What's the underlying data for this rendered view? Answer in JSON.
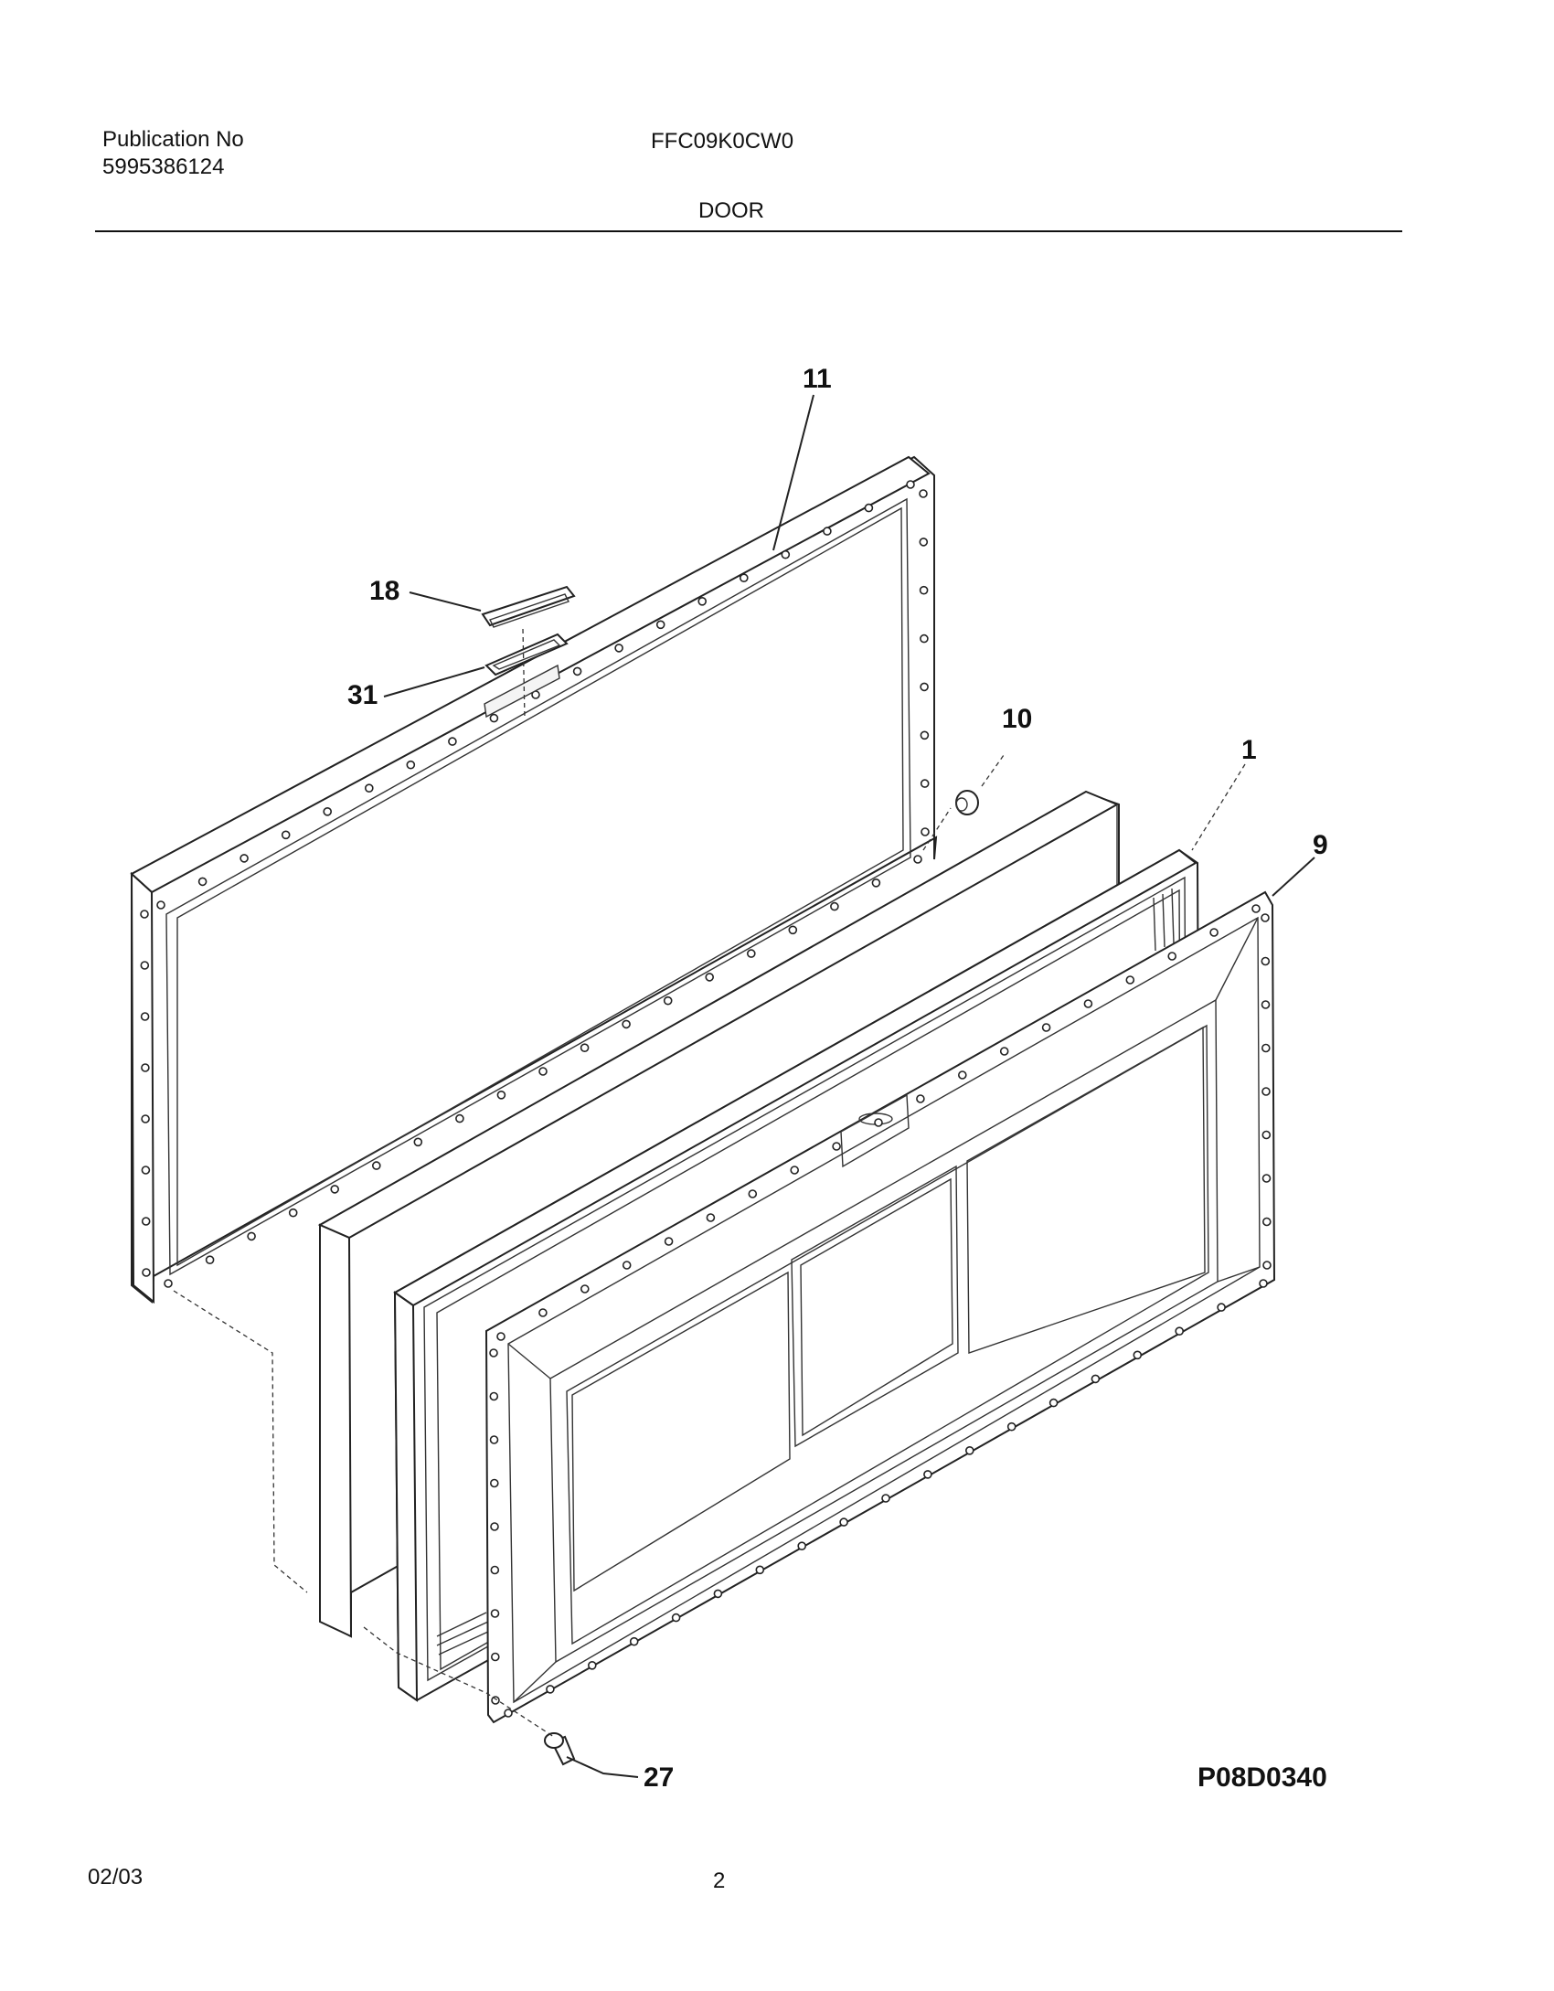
{
  "header": {
    "publication_label": "Publication No",
    "publication_number": "5995386124",
    "model": "FFC09K0CW0",
    "section": "DOOR"
  },
  "callouts": {
    "p11": "11",
    "p18": "18",
    "p31": "31",
    "p10": "10",
    "p1": "1",
    "p9": "9",
    "p27": "27"
  },
  "diagram_code": "P08D0340",
  "footer": {
    "date": "02/03",
    "page": "2"
  }
}
